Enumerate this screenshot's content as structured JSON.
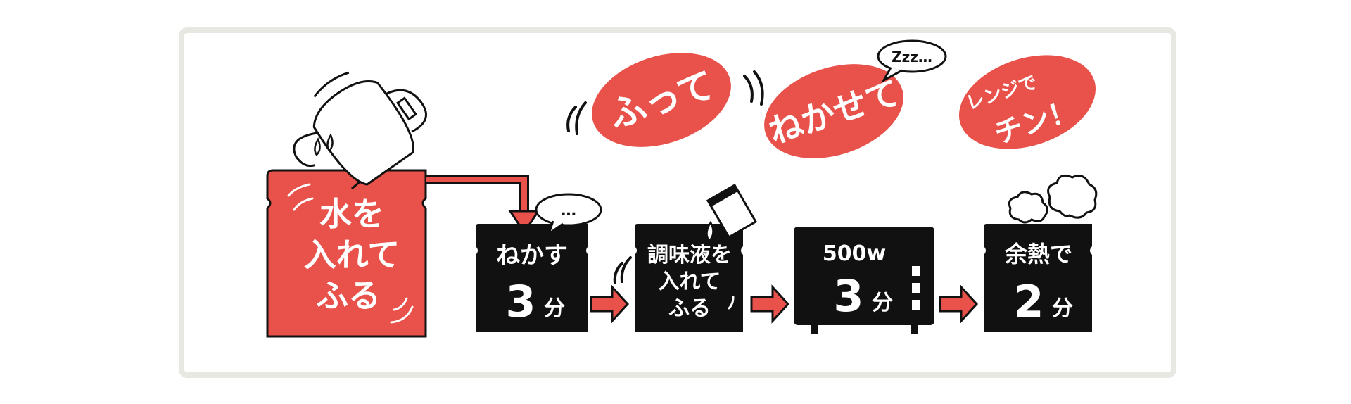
{
  "colors": {
    "accent_red": "#e9524a",
    "ink": "#111111",
    "frame_border": "#e8e8e3",
    "white": "#ffffff"
  },
  "steps": [
    {
      "id": "step1",
      "lines": [
        "水を",
        "入れて",
        "ふる"
      ],
      "icon": "kettle-icon"
    },
    {
      "id": "step2",
      "line1": "ねかす",
      "big": "3",
      "unit": "分",
      "bubble": "…"
    },
    {
      "id": "step3",
      "lines": [
        "調味液を",
        "入れて",
        "ふる"
      ],
      "icon": "sauce-packet-icon"
    },
    {
      "id": "step4",
      "line1": "500w",
      "big": "3",
      "unit": "分",
      "icon": "microwave-icon"
    },
    {
      "id": "step5",
      "line1": "余熱で",
      "big": "2",
      "unit": "分",
      "icon": "steam-icon"
    }
  ],
  "tagline": {
    "shake": "ふって",
    "rest": "ねかせて",
    "zzz": "Zzz…",
    "microwave_line1": "レンジで",
    "microwave_line2": "チン！"
  }
}
